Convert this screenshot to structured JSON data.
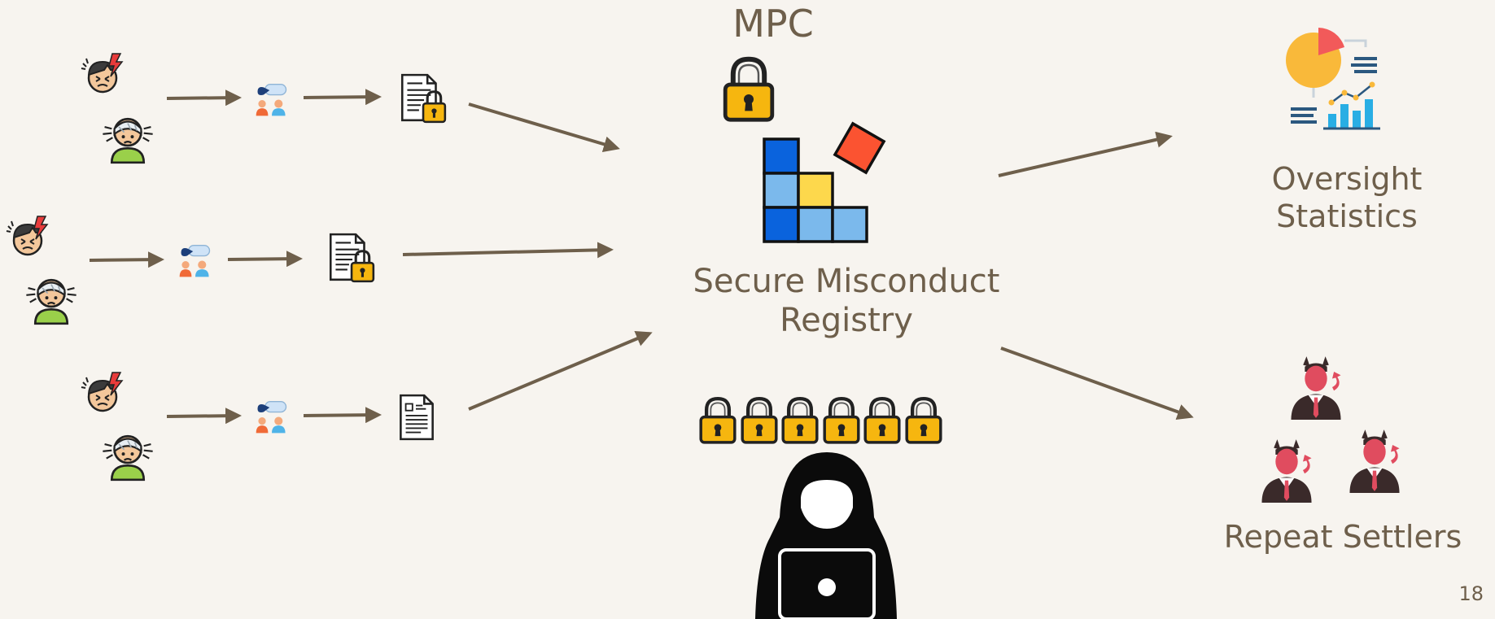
{
  "labels": {
    "mpc": "MPC",
    "registry": "Secure Misconduct Registry",
    "oversight": "Oversight Statistics",
    "settlers": "Repeat Settlers",
    "slide_number": "18"
  },
  "icons": {
    "victim_pain": "person-lightning-icon",
    "victim_injured": "person-bandaged-icon",
    "advocate": "advocate-people-icon",
    "document_locked": "locked-document-icon",
    "document": "document-icon",
    "padlock": "padlock-icon",
    "registry_blocks": "blocks-stack-icon",
    "hacker": "hacker-laptop-icon",
    "statistics": "statistics-chart-icon",
    "devil_businessman": "devil-businessman-icon"
  },
  "colors": {
    "arrow": "#6e5f4b",
    "text": "#6e5f4b",
    "lock_body": "#f6b60f",
    "block_dark_blue": "#0a63dd",
    "block_light_blue": "#7bb9ec",
    "block_yellow": "#fdd84c",
    "block_red": "#fb5331",
    "devil": "#e04c5f"
  }
}
